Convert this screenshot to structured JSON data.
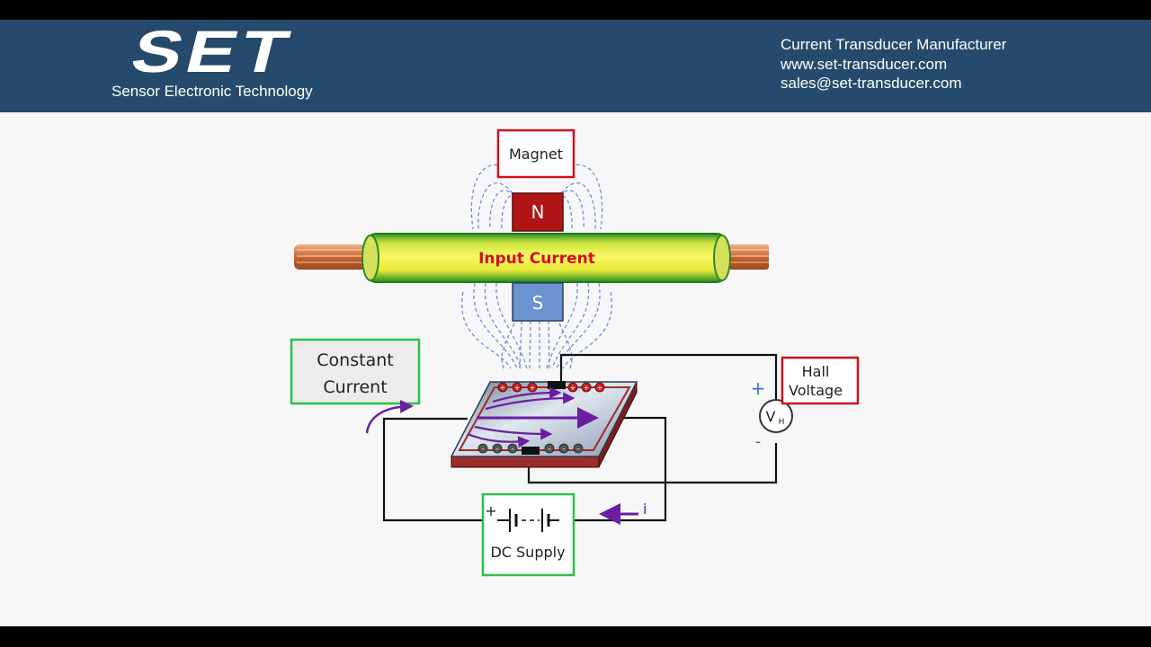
{
  "header": {
    "logo_text": "SET",
    "tagline": "Sensor Electronic Technology",
    "contact": [
      "Current Transducer Manufacturer",
      "www.set-transducer.com",
      "sales@set-transducer.com"
    ]
  },
  "diagram": {
    "magnet_label": "Magnet",
    "north_pole": "N",
    "south_pole": "S",
    "wire_label": "Input Current",
    "constant_current_line1": "Constant",
    "constant_current_line2": "Current",
    "hall_voltage_line1": "Hall",
    "hall_voltage_line2": "Voltage",
    "plus_sign": "+",
    "minus_sign": "-",
    "voltmeter_symbol": "V",
    "voltmeter_subscript": "H",
    "supply_plus": "+",
    "supply_label": "DC Supply",
    "current_symbol": "i"
  },
  "colors": {
    "header_bg": "#264a6b",
    "red_box": "#d0101e",
    "green_box": "#2fbf4a",
    "wire_yellow": "#f4f04a",
    "wire_green": "#2fa02f",
    "copper": "#d2743a",
    "north_pole": "#b01515",
    "south_pole": "#6a93cf",
    "arrow_purple": "#6a1fa0",
    "field_lines": "#6c8fd0"
  }
}
